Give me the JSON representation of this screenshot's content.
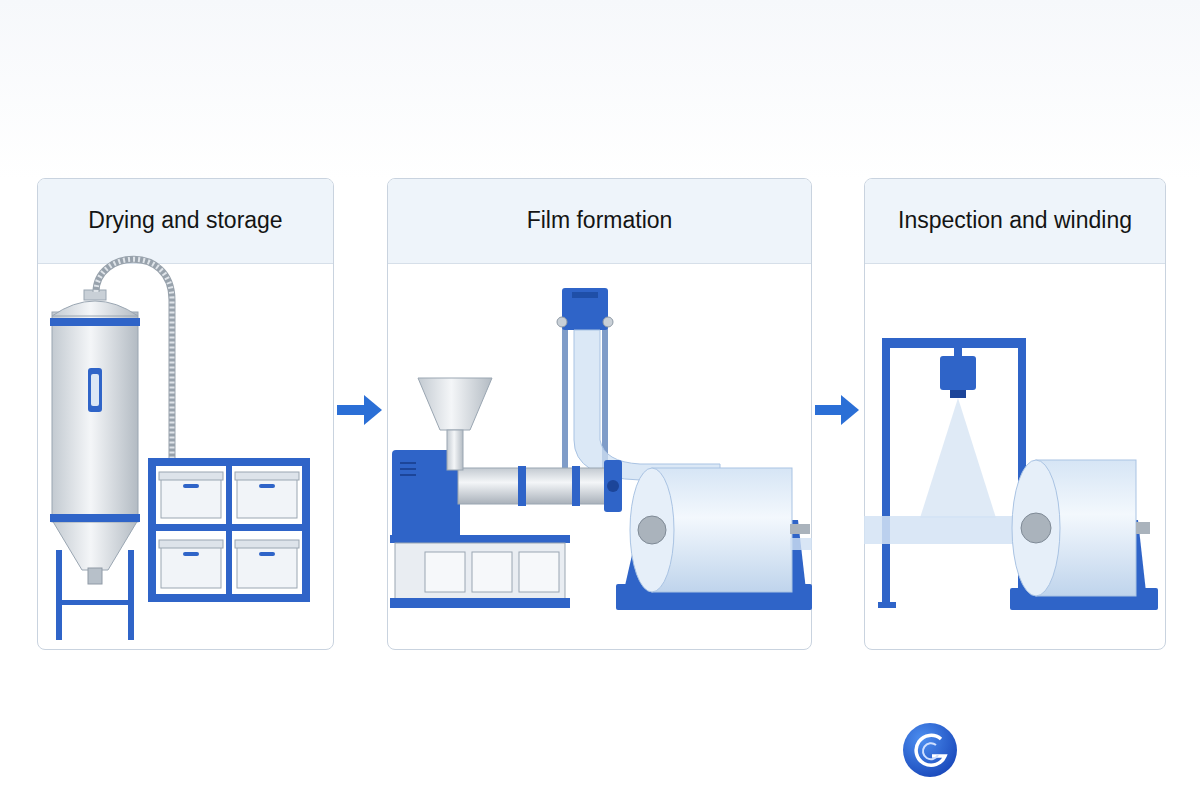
{
  "diagram": {
    "nodes": [
      {
        "text": [
          "Drying and storage"
        ]
      },
      {
        "text": [
          "Film formation"
        ]
      },
      {
        "text": [
          "Inspection and winding"
        ]
      }
    ],
    "edges": [
      {
        "from": 0,
        "to": 1,
        "arrow": "to"
      },
      {
        "from": 1,
        "to": 2,
        "arrow": "to"
      }
    ]
  }
}
